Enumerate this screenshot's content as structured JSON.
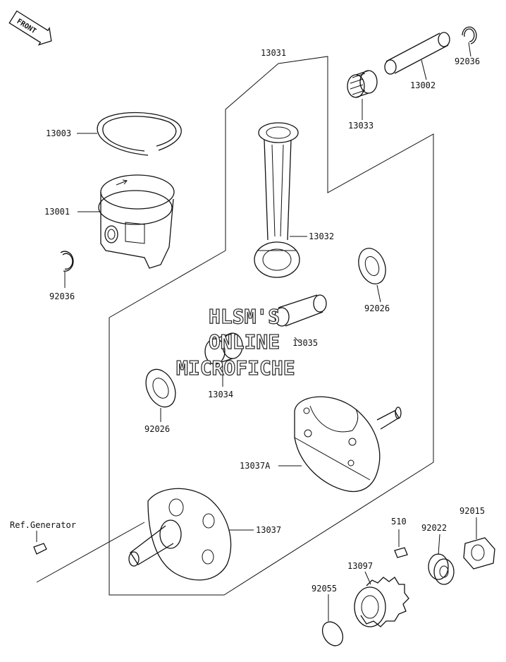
{
  "front_badge": "FRONT",
  "watermark": [
    "HLSM'S",
    "ONLINE",
    "MICROFICHE"
  ],
  "labels": {
    "p13031": "13031",
    "p92036_top": "92036",
    "p13002": "13002",
    "p13033": "13033",
    "p13003": "13003",
    "p13001": "13001",
    "p92036_left": "92036",
    "p13032": "13032",
    "p92026_right": "92026",
    "p13035": "13035",
    "p13034": "13034",
    "p92026_left": "92026",
    "p13037A": "13037A",
    "ref_generator": "Ref.Generator",
    "p13037": "13037",
    "p510": "510",
    "p92022": "92022",
    "p92015": "92015",
    "p13097": "13097",
    "p92055": "92055"
  }
}
